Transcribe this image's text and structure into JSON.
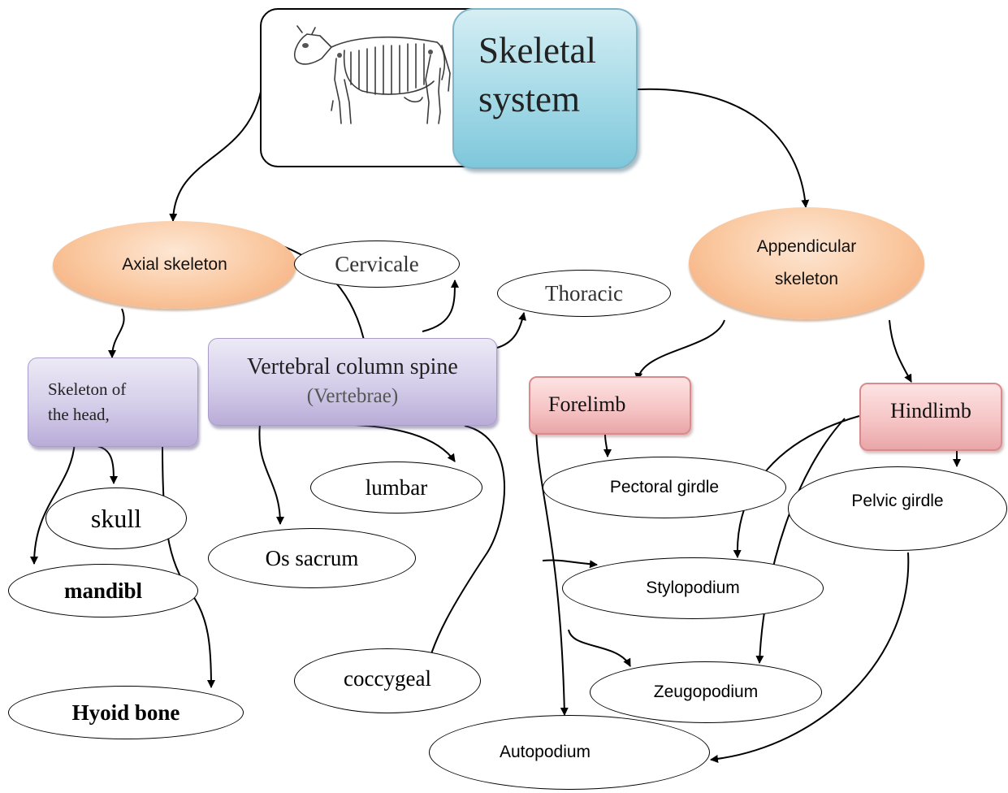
{
  "diagram": {
    "title_line1": "Skeletal",
    "title_line2": "system",
    "nodes": {
      "axial": "Axial skeleton",
      "appendicular_line1": "Appendicular",
      "appendicular_line2": "skeleton",
      "cervicale": "Cervicale",
      "thoracic": "Thoracic",
      "head_line1": "Skeleton of",
      "head_line2": "the head,",
      "vertebral_line1": "Vertebral column spine",
      "vertebral_line2": "(Vertebrae)",
      "forelimb": "Forelimb",
      "hindlimb": "Hindlimb",
      "skull": "skull",
      "lumbar": "lumbar",
      "pectoral": "Pectoral girdle",
      "pelvic": "Pelvic girdle",
      "os_sacrum": "Os sacrum",
      "mandibl": "mandibl",
      "stylopodium": "Stylopodium",
      "coccygeal": "coccygeal",
      "zeugopodium": "Zeugopodium",
      "hyoid": "Hyoid bone",
      "autopodium": "Autopodium"
    },
    "images": {
      "cow": "cow-skeleton-illustration"
    }
  }
}
